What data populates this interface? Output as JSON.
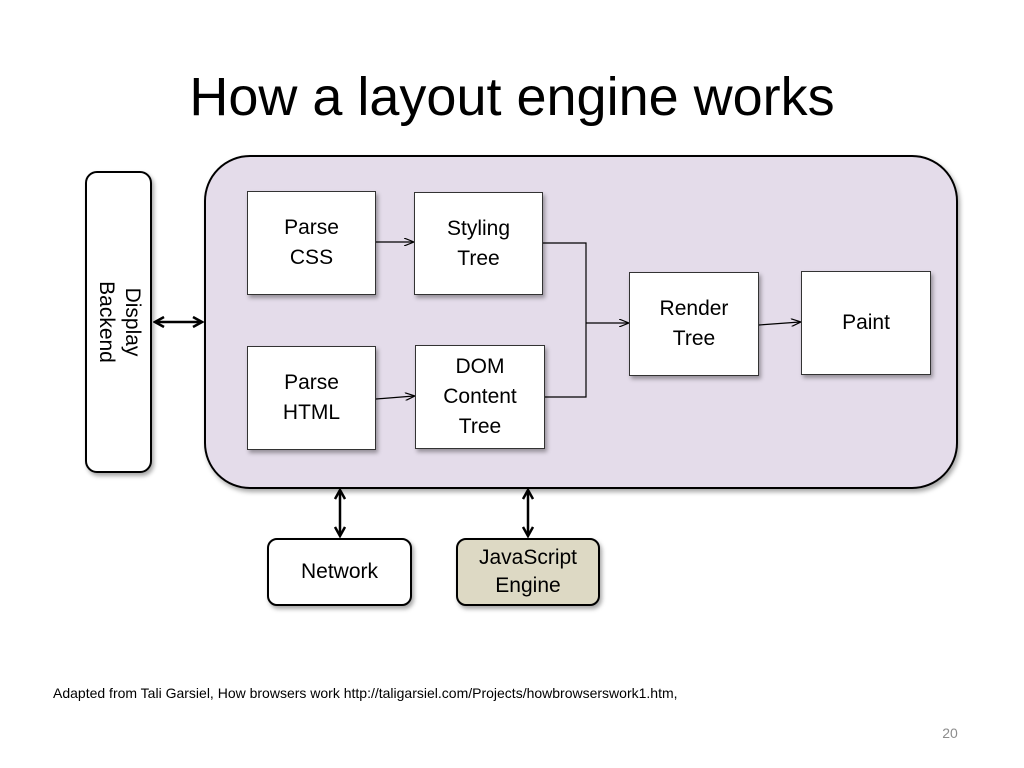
{
  "title": "How a layout engine works",
  "display_backend": {
    "label": "Display\nBackend"
  },
  "nodes": {
    "parse_css": "Parse\nCSS",
    "styling_tree": "Styling\nTree",
    "parse_html": "Parse\nHTML",
    "dom_content_tree": "DOM\nContent\nTree",
    "render_tree": "Render\nTree",
    "paint": "Paint"
  },
  "external": {
    "network": "Network",
    "javascript_engine": "JavaScript\nEngine"
  },
  "citation": "Adapted from Tali Garsiel, How browsers work http://taligarsiel.com/Projects/howbrowserswork1.htm,",
  "page_number": "20",
  "colors": {
    "engine_panel": "#e4dcea",
    "javascript_engine": "#ddd9c4",
    "page_number": "#8c8c8c"
  }
}
